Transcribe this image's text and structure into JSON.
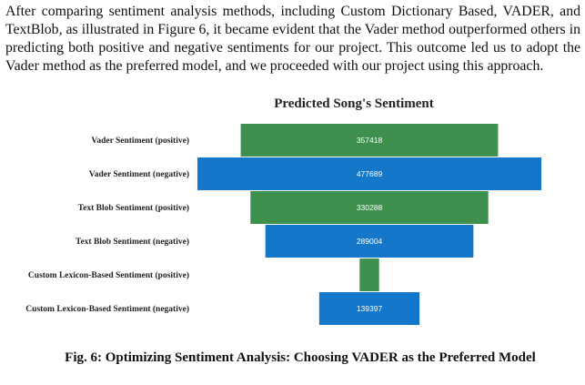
{
  "document": {
    "paragraph": "After comparing sentiment analysis methods, including Custom Dictionary Based, VADER, and TextBlob, as illustrated in Figure 6, it became evident that the Vader method outperformed others in predicting both positive and negative sentiments for our project. This outcome led us to adopt the Vader method as the preferred model, and we proceeded with our project using this approach.",
    "caption": "Fig. 6: Optimizing Sentiment Analysis: Choosing VADER as the Preferred Model"
  },
  "chart_data": {
    "type": "bar",
    "orientation": "horizontal-centered",
    "title": "Predicted Song's Sentiment",
    "xlabel": "",
    "ylabel": "",
    "categories": [
      "Vader Sentiment (positive)",
      "Vader Sentiment (negative)",
      "Text Blob Sentiment (positive)",
      "Text Blob Sentiment (negative)",
      "Custom Lexicon-Based Sentiment (positive)",
      "Custom Lexicon-Based Sentiment (negative)"
    ],
    "values": [
      357418,
      477689,
      330288,
      289004,
      27000,
      139397
    ],
    "labels": [
      "357418",
      "477689",
      "330288",
      "289004",
      "",
      "139397"
    ],
    "colors": [
      "#3f8f4f",
      "#1477c9",
      "#3f8f4f",
      "#1477c9",
      "#3f8f4f",
      "#1477c9"
    ],
    "grid": false,
    "legend": "none"
  }
}
